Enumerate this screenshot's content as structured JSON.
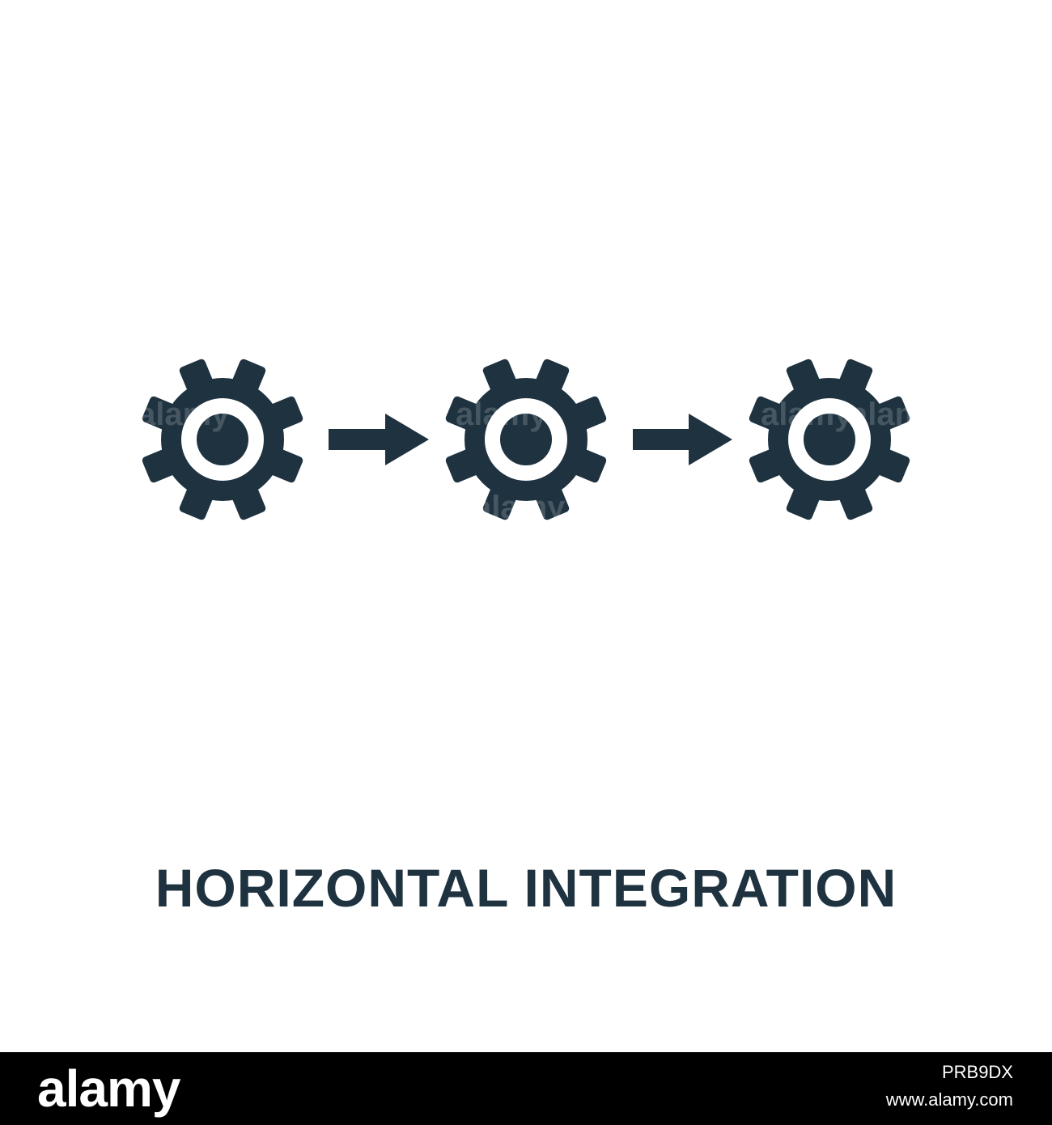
{
  "title": "HORIZONTAL INTEGRATION",
  "diagram": {
    "gears": [
      {
        "icon": "gear-icon"
      },
      {
        "icon": "gear-icon"
      },
      {
        "icon": "gear-icon"
      }
    ],
    "arrows": [
      {
        "icon": "arrow-right-icon"
      },
      {
        "icon": "arrow-right-icon"
      }
    ],
    "watermark": "alamy"
  },
  "footer": {
    "brand": "alamy",
    "image_id": "PRB9DX",
    "site": "www.alamy.com"
  },
  "colors": {
    "icon": "#1e3240",
    "background": "#ffffff",
    "footer_bg": "#000000",
    "footer_text": "#ffffff"
  }
}
